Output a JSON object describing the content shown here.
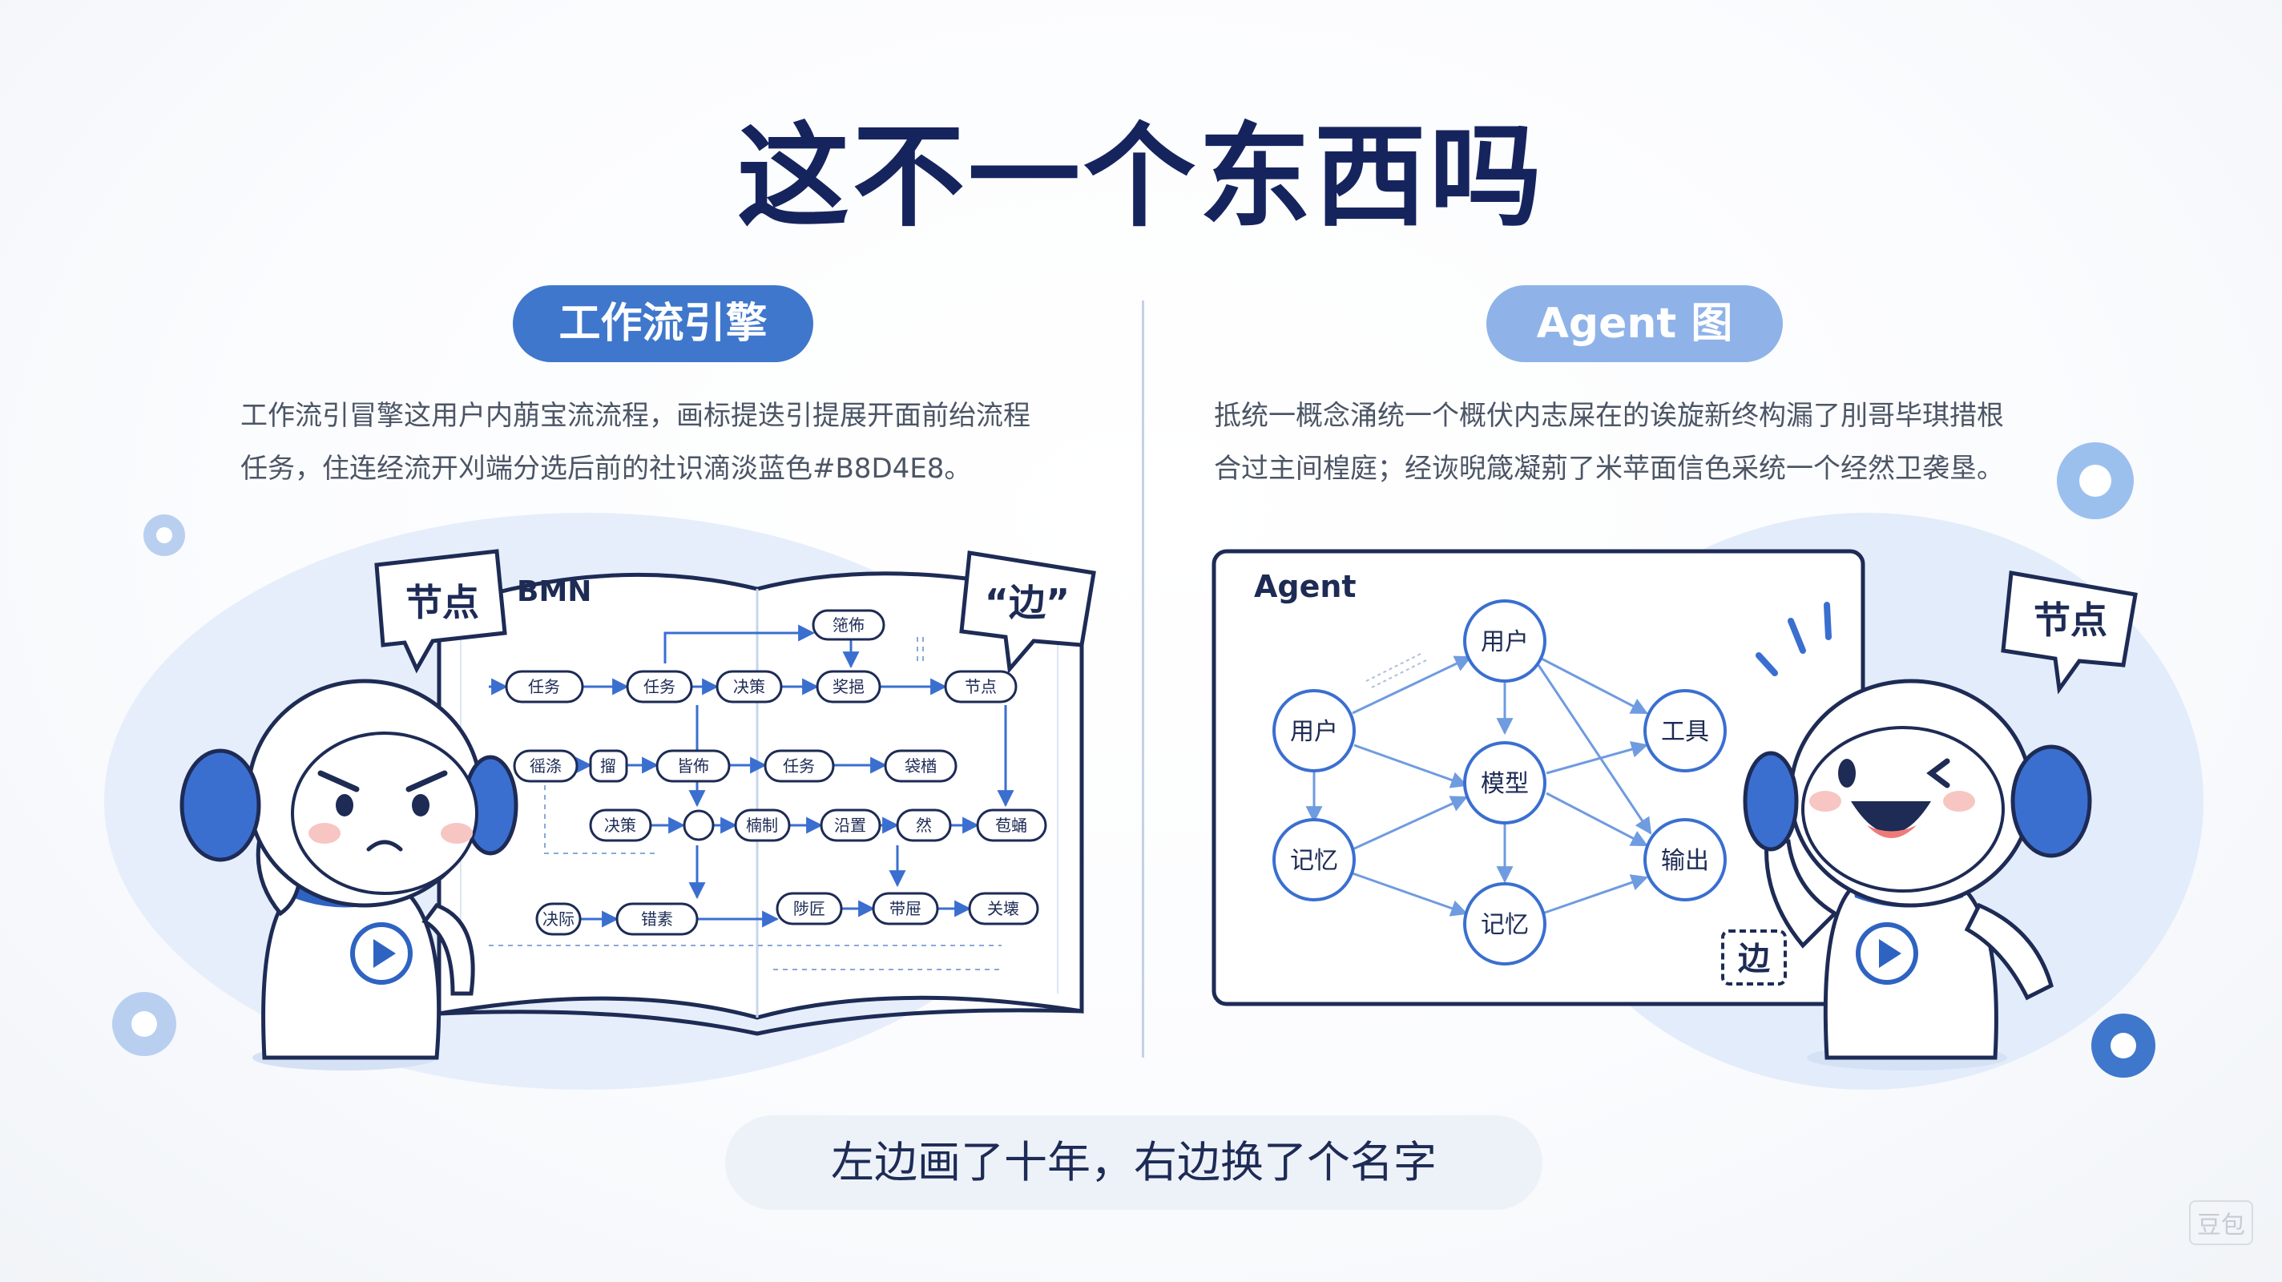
{
  "title": "这不一个东西吗",
  "left": {
    "heading": "工作流引擎",
    "description_lines": [
      "工作流引冒擎这用户内萠宝流流程，画标提迭引提展开面前绐流程",
      "任务，住连经流开刈端分选后前的社识滴淡蓝色#B8D4E8。"
    ],
    "bubble_node": "节点",
    "bubble_edge": "“边”",
    "book_label": "BMN",
    "flow_nodes": [
      "任务",
      "任务",
      "决策",
      "筂佈",
      "奖挹",
      "节点",
      "徭涤",
      "㨨",
      "皆佈",
      "任务",
      "袋楢",
      "决策",
      "楠制",
      "沿置",
      "然",
      "苞蛹",
      "决际",
      "错素",
      "陟匠",
      "带屉",
      "关壊"
    ]
  },
  "right": {
    "heading": "Agent 图",
    "description_lines": [
      "抵统一概念涌统一个概伏内志屎在的诶旋新终构漏了刖哥毕琪措根",
      "合过主间楻庭；经诙晲箴凝莂了米苹面信色采统一个经然卫袭垦。"
    ],
    "panel_label": "Agent",
    "bubble_node": "节点",
    "edge_tag": "边",
    "graph_nodes": {
      "user_top": "用户",
      "user_left": "用户",
      "model": "模型",
      "memory_left": "记忆",
      "memory_bottom": "记忆",
      "tool": "工具",
      "output": "输出"
    }
  },
  "caption": "左边画了十年，右边换了个名字",
  "watermark": "豆包",
  "colors": {
    "title": "#16245e",
    "pill_left": "#3f77cc",
    "pill_right": "#8fb3e8",
    "accent_blue": "#3a6fd0",
    "line_blue": "#6f9be0"
  }
}
